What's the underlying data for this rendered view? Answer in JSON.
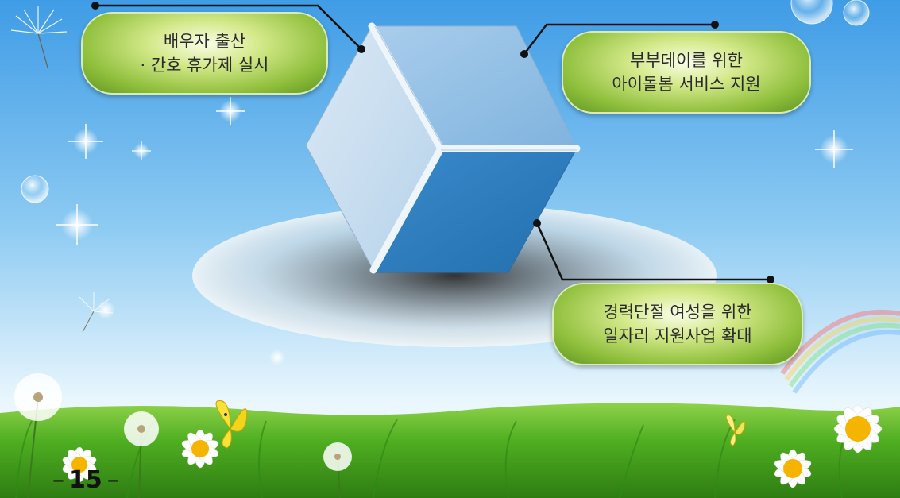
{
  "colors": {
    "sky_top": "#4aa3e8",
    "sky_bottom": "#eaf6fd",
    "grass": "#3e9a1e",
    "cube_top": "#8fbde4",
    "cube_left": "#c5ddf2",
    "cube_right": "#2f80c0",
    "pill_green": "#8fbf3c",
    "connector": "#111111"
  },
  "callouts": [
    {
      "lines": [
        "배우자 출산",
        "· 간호 휴가제 실시"
      ]
    },
    {
      "lines": [
        "부부데이를 위한",
        "아이돌봄 서비스 지원"
      ]
    },
    {
      "lines": [
        "경력단절 여성을 위한",
        "일자리 지원사업 확대"
      ]
    }
  ],
  "page": {
    "number": "15",
    "dash": "–"
  }
}
